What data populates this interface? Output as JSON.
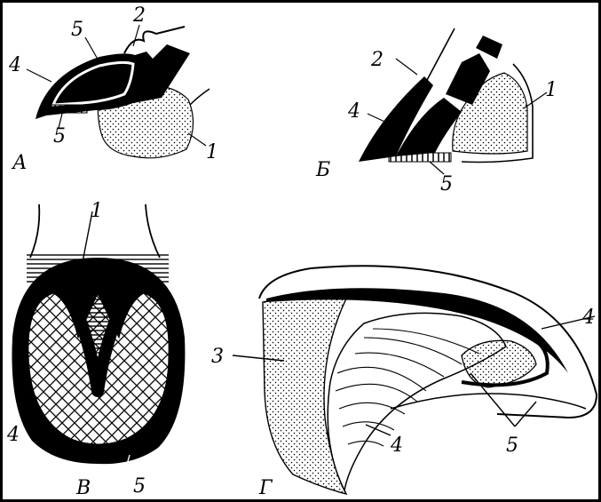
{
  "figure": {
    "background": "#000000",
    "paper": "#ffffff",
    "ink": "#000000",
    "panels": [
      {
        "letter": "А",
        "labels": [
          "1",
          "2",
          "4",
          "5",
          "5"
        ]
      },
      {
        "letter": "Б",
        "labels": [
          "1",
          "2",
          "4",
          "5"
        ]
      },
      {
        "letter": "В",
        "labels": [
          "1",
          "4",
          "5"
        ]
      },
      {
        "letter": "Г",
        "labels": [
          "3",
          "4",
          "4",
          "5"
        ]
      }
    ]
  }
}
